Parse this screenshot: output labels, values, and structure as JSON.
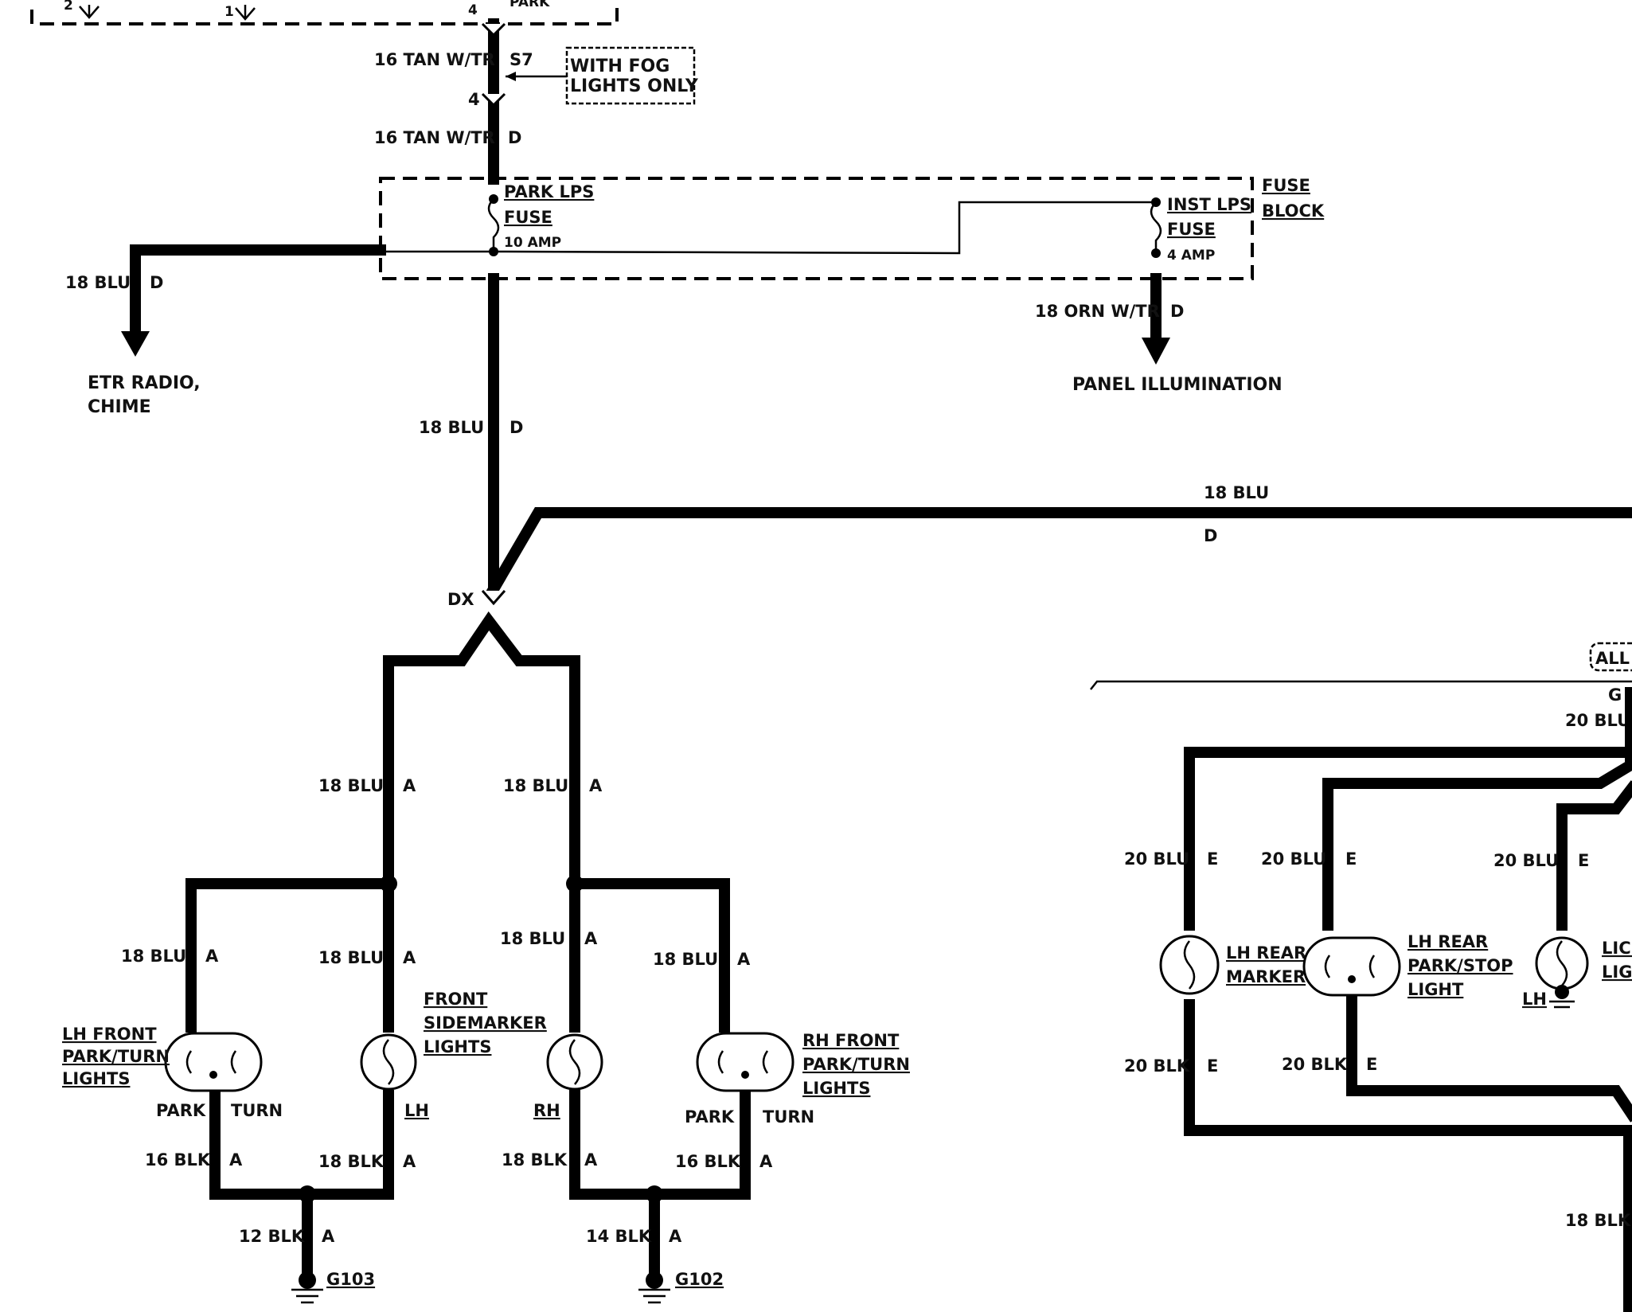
{
  "top_switch": {
    "pin_left1": "2",
    "pin_left2": "1",
    "pin_park": "4",
    "park_label": "PARK"
  },
  "feed": {
    "wire_upper": "16 TAN W/TR",
    "conn_upper": "S7",
    "pin": "4",
    "wire_lower": "16 TAN W/TR",
    "conn_lower": "D",
    "fog_note_line1": "WITH FOG",
    "fog_note_line2": "LIGHTS ONLY"
  },
  "fuse_block": {
    "title_line1": "FUSE",
    "title_line2": "BLOCK",
    "park_fuse": {
      "line1": "PARK LPS",
      "line2": "FUSE",
      "rating": "10 AMP"
    },
    "inst_fuse": {
      "line1": "INST LPS",
      "line2": "FUSE",
      "rating": "4 AMP"
    }
  },
  "radio_branch": {
    "wire": "18 BLU",
    "conn": "D",
    "dest_line1": "ETR RADIO,",
    "dest_line2": "CHIME"
  },
  "panel_branch": {
    "wire": "18 ORN W/TR",
    "conn": "D",
    "dest": "PANEL ILLUMINATION"
  },
  "main_drop": {
    "wire": "18 BLU",
    "conn": "D"
  },
  "rear_run": {
    "wire": "18 BLU",
    "conn": "D"
  },
  "splice": {
    "name": "DX"
  },
  "front_left": {
    "feed_wire": "18 BLU",
    "feed_conn": "A",
    "lamp_a_wire": "18 BLU",
    "lamp_a_conn": "A",
    "lamp_b_wire": "18 BLU",
    "lamp_b_conn": "A",
    "park_turn_line1": "LH FRONT",
    "park_turn_line2": "PARK/TURN",
    "park_turn_line3": "LIGHTS",
    "park": "PARK",
    "turn": "TURN",
    "side_line1": "FRONT",
    "side_line2": "SIDEMARKER",
    "side_line3": "LIGHTS",
    "side_tag": "LH",
    "gnd_wire_a": "16 BLK",
    "gnd_conn_a": "A",
    "gnd_wire_b": "18 BLK",
    "gnd_conn_b": "A",
    "gnd_main_wire": "12 BLK",
    "gnd_main_conn": "A",
    "ground": "G103"
  },
  "front_right": {
    "feed_wire": "18 BLU",
    "feed_conn": "A",
    "lamp_a_wire": "18 BLU",
    "lamp_a_conn": "A",
    "lamp_b_wire": "18 BLU",
    "lamp_b_conn": "A",
    "side_tag": "RH",
    "park_turn_line1": "RH FRONT",
    "park_turn_line2": "PARK/TURN",
    "park_turn_line3": "LIGHTS",
    "park": "PARK",
    "turn": "TURN",
    "gnd_wire_a": "18 BLK",
    "gnd_conn_a": "A",
    "gnd_wire_b": "16 BLK",
    "gnd_conn_b": "A",
    "gnd_main_wire": "14 BLK",
    "gnd_main_conn": "A",
    "ground": "G102"
  },
  "rear": {
    "note": "ALL",
    "conn_g": "G",
    "feed_wire": "20 BLU",
    "w1": "20 BLU",
    "c1": "E",
    "w2": "20 BLU",
    "c2": "E",
    "w3": "20 BLU",
    "c3": "E",
    "marker_line1": "LH REAR",
    "marker_line2": "MARKER",
    "stop_line1": "LH REAR",
    "stop_line2": "PARK/STOP",
    "stop_line3": "LIGHT",
    "lic_line1": "LICE",
    "lic_line2": "LIGH",
    "lic_tag": "LH",
    "g1": "20 BLK",
    "gc1": "E",
    "g2": "20 BLK",
    "gc2": "E",
    "g3": "18 BLK"
  }
}
